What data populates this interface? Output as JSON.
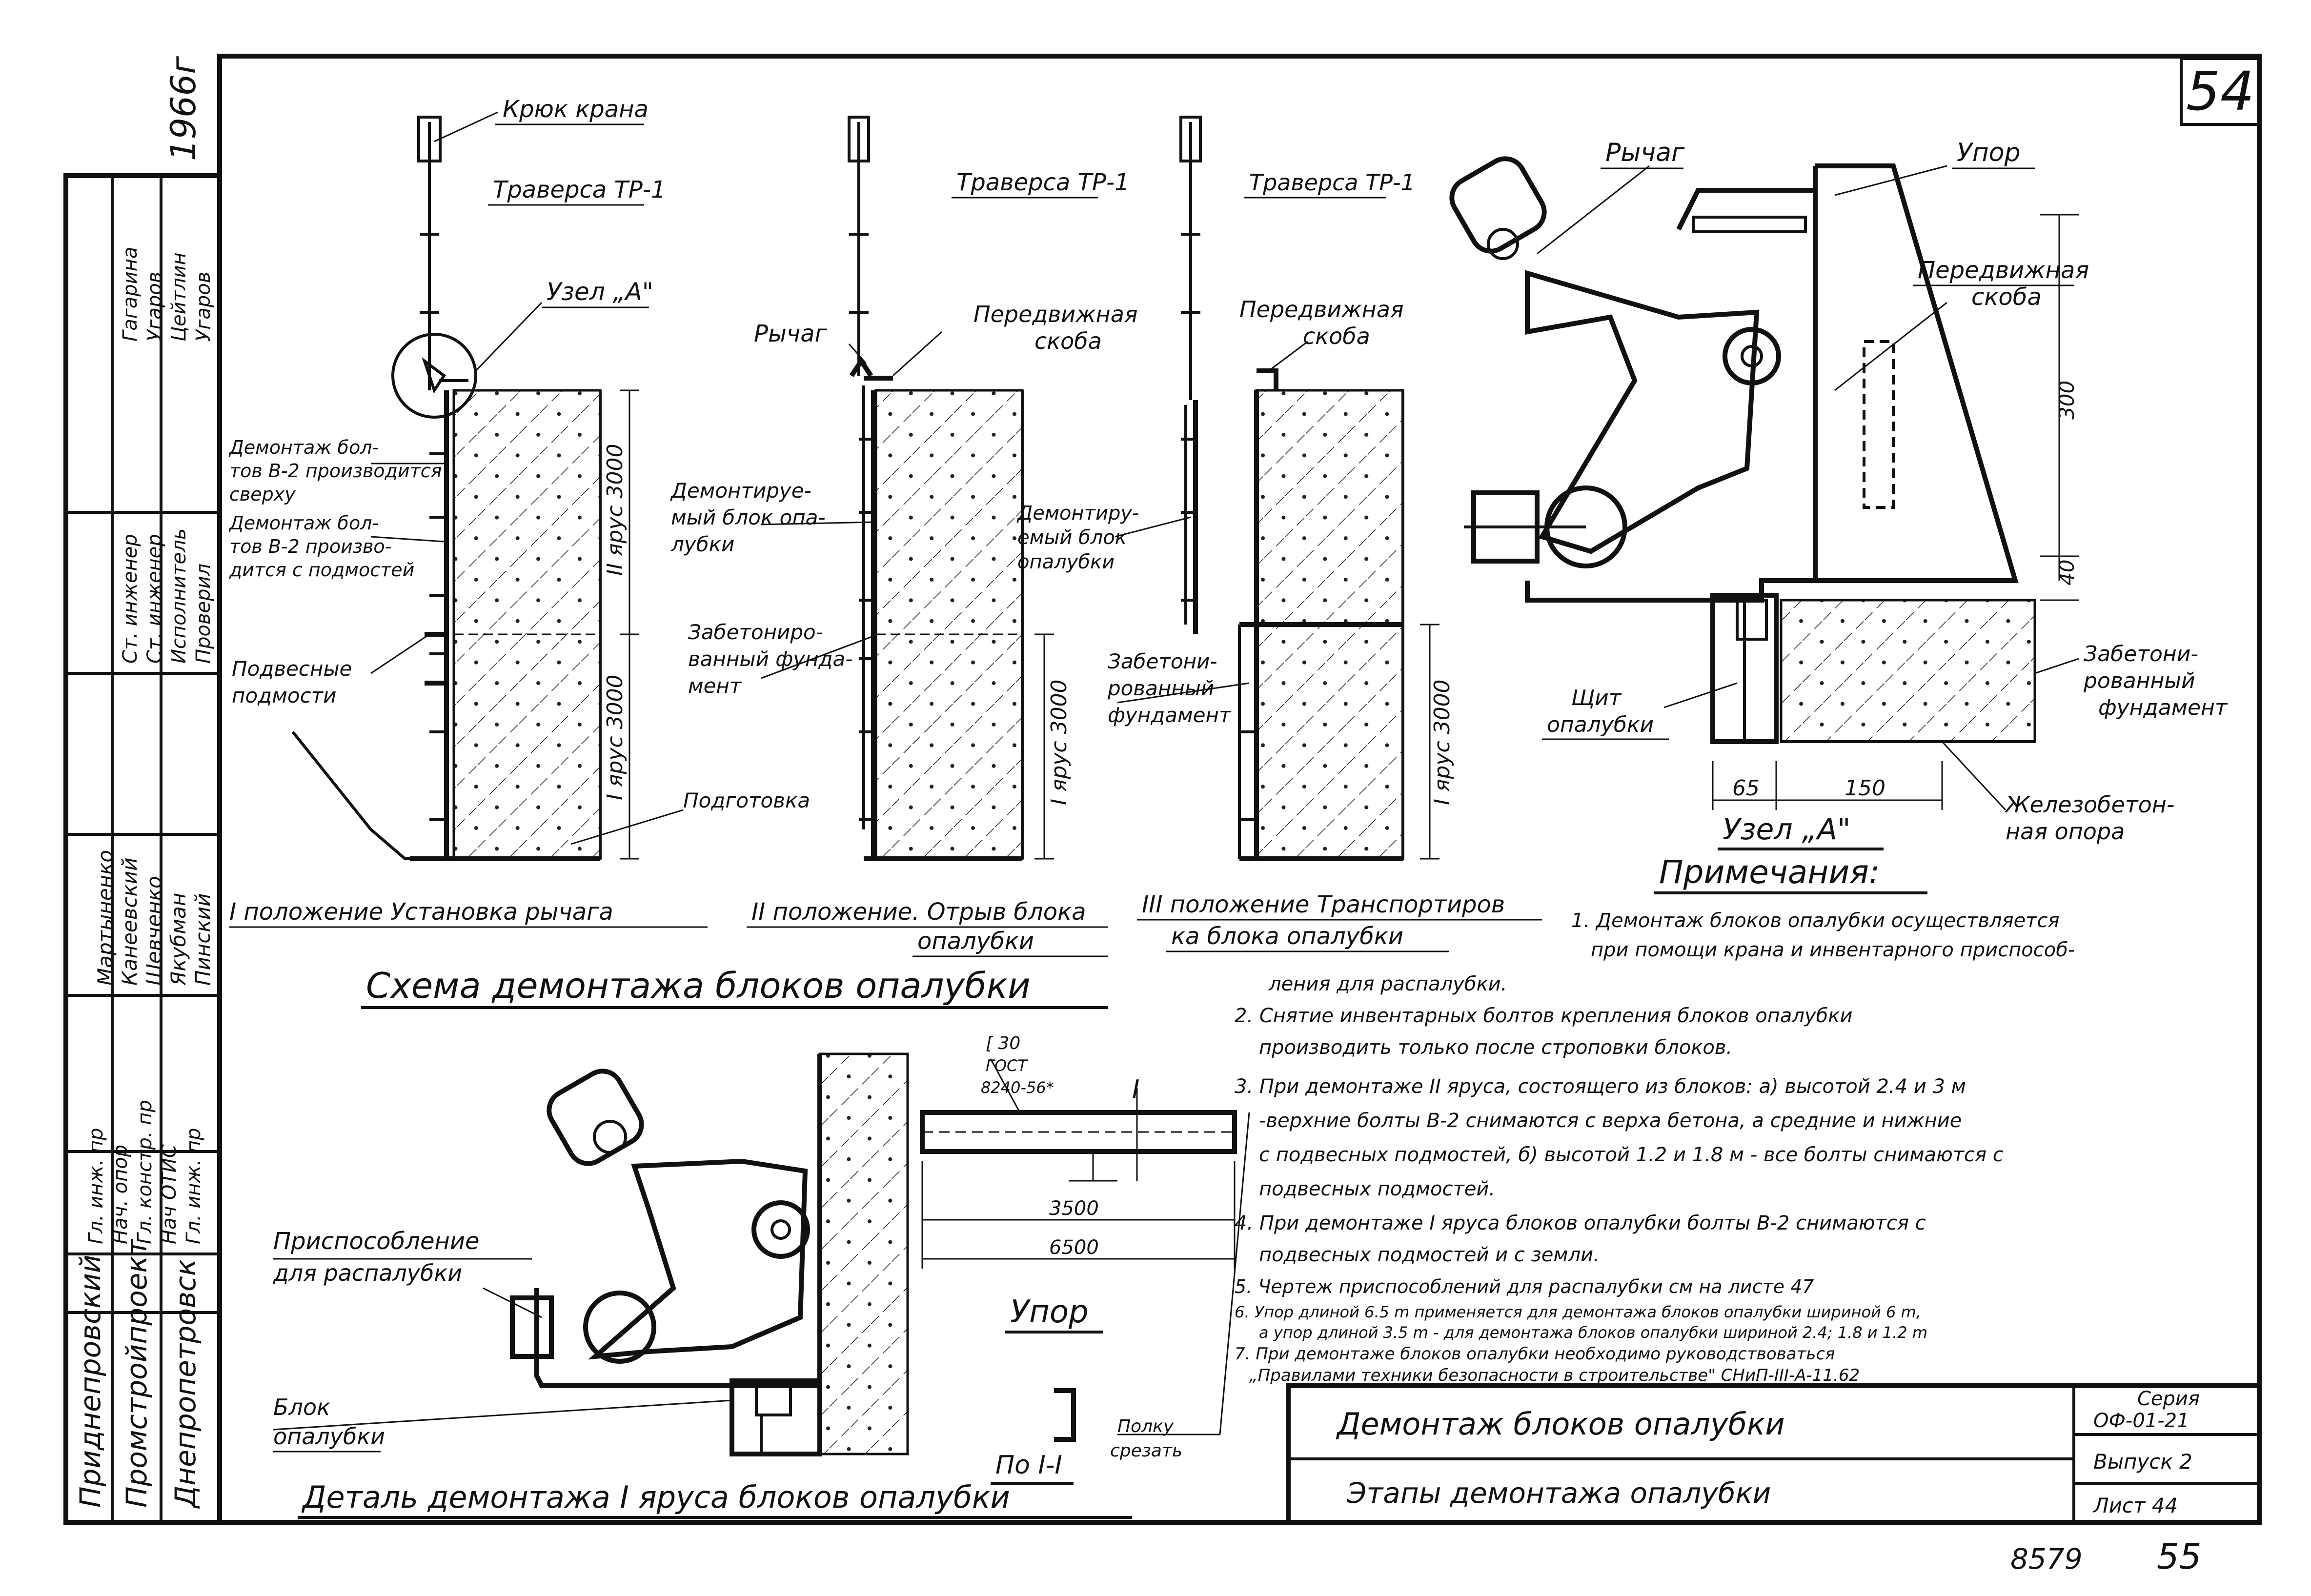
{
  "sheet": {
    "sheet_number": "54",
    "page_number": "55",
    "archive_number": "8579",
    "year": "1966г"
  },
  "stamp_side": {
    "orgs": [
      "Приднепровский",
      "Промстройпроект",
      "Днепропетровск"
    ],
    "roles": [
      "Гл. инж. пр",
      "Нач. опор",
      "Гл. констр. пр",
      "Нач ОТИС",
      "Гл. инж. пр",
      "Проверил",
      "Исполнитель",
      "Ст. инженер",
      "Ст. инженер",
      "Угаров",
      "Цейтлин",
      "Угаров",
      "Гагарина"
    ],
    "names": [
      "Пинский",
      "Якубман",
      "Шевченко",
      "Канеевский",
      "Мартыненко"
    ]
  },
  "scheme": {
    "title": "Схема демонтажа блоков опалубки",
    "pos1_caption": "I положение Установка рычага",
    "pos2_caption_l1": "II положение. Отрыв блока",
    "pos2_caption_l2": "опалубки",
    "pos3_caption_l1": "III положение Транспортиров",
    "pos3_caption_l2": "ка блока опалубки",
    "labels": {
      "crane_hook": "Крюк крана",
      "traverse1": "Траверса ТР-1",
      "traverse2": "Траверса ТР-1",
      "traverse3": "Траверса ТР-1",
      "node_a": "Узел „А\"",
      "lever": "Рычаг",
      "movable_bracket_l1": "Передвижная",
      "movable_bracket_l2": "скоба",
      "movable_bracket2_l1": "Передвижная",
      "movable_bracket2_l2": "скоба",
      "dismantle_top_l1": "Демонтаж бол-",
      "dismantle_top_l2": "тов В-2 производится",
      "dismantle_top_l3": "сверху",
      "dismantle_mid_l1": "Демонтаж бол-",
      "dismantle_mid_l2": "тов В-2 произво-",
      "dismantle_mid_l3": "дится с подмостей",
      "hanging_l1": "Подвесные",
      "hanging_l2": "подмости",
      "dismantled_block_l1": "Демонтируе-",
      "dismantled_block_l2": "мый блок опа-",
      "dismantled_block_l3": "лубки",
      "dismantled_block2_l1": "Демонтиру-",
      "dismantled_block2_l2": "емый блок",
      "dismantled_block2_l3": "опалубки",
      "concrete_found_l1": "Забетониро-",
      "concrete_found_l2": "ванный фунда-",
      "concrete_found_l3": "мент",
      "concrete_found2_l1": "Забетони-",
      "concrete_found2_l2": "рованный",
      "concrete_found2_l3": "фундамент",
      "preparation": "Подготовка",
      "tier2_3000": "II ярус 3000",
      "tier1_3000": "I ярус 3000",
      "tier1_3000_b": "I ярус 3000",
      "tier1_3000_c": "I ярус 3000"
    }
  },
  "node_a": {
    "title": "Узел „А\"",
    "lever": "Рычаг",
    "stop": "Упор",
    "bracket_l1": "Передвижная",
    "bracket_l2": "скоба",
    "dim_300": "300",
    "dim_40": "40",
    "dim_65": "65",
    "dim_150": "150",
    "concrete_l1": "Забетони-",
    "concrete_l2": "рованный",
    "concrete_l3": "фундамент",
    "shield_l1": "Щит",
    "shield_l2": "опалубки",
    "rc_support_l1": "Железобетон-",
    "rc_support_l2": "ная опора"
  },
  "detail": {
    "title": "Деталь демонтажа I яруса блоков опалубки",
    "device_l1": "Приспособление",
    "device_l2": "для распалубки",
    "block_l1": "Блок",
    "block_l2": "опалубки"
  },
  "stop_part": {
    "title": "Упор",
    "channel_l1": "[ 30",
    "channel_l2": "ГОСТ",
    "channel_l3": "8240-56*",
    "dim_3500": "3500",
    "dim_6500": "6500",
    "section": "По I-I",
    "cut_l1": "Полку",
    "cut_l2": "срезать",
    "mark": "I"
  },
  "notes": {
    "title": "Примечания:",
    "lines": [
      "1. Демонтаж блоков опалубки осуществляется",
      "при помощи крана и инвентарного приспособ-",
      "ления для распалубки.",
      "2. Снятие инвентарных болтов крепления блоков опалубки",
      "производить только после строповки блоков.",
      "3. При демонтаже II яруса, состоящего из блоков: а) высотой 2.4 и 3 м",
      "-верхние болты В-2 снимаются с верха бетона, а средние и нижние",
      "с подвесных подмостей, б) высотой 1.2 и 1.8 м - все болты снимаются с",
      "подвесных подмостей.",
      "4. При демонтаже I яруса блоков опалубки болты В-2 снимаются с",
      "подвесных подмостей и с земли.",
      "5. Чертеж приспособлений для распалубки см на листе 47",
      "6. Упор длиной 6.5 m применяется для демонтажа блоков опалубки шириной 6 m,",
      "а упор длиной 3.5 m - для демонтажа блоков опалубки шириной 2.4; 1.8 и 1.2 m",
      "7. При демонтаже блоков опалубки необходимо руководствоваться",
      "„Правилами техники безопасности в строительстве\" СНиП-III-А-11.62"
    ]
  },
  "title_block": {
    "title1": "Демонтаж блоков опалубки",
    "title2": "Этапы демонтажа опалубки",
    "series_label": "Серия",
    "series_value": "ОФ-01-21",
    "issue": "Выпуск 2",
    "sheet": "Лист 44"
  }
}
